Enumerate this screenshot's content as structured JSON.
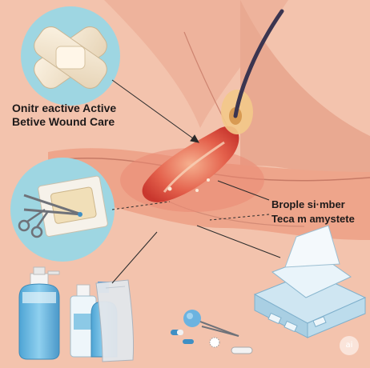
{
  "labels": {
    "left": [
      "Onitr eactive Active",
      "Betive Wound Care"
    ],
    "right": [
      "Brople si·mber",
      "Teca m amystete"
    ]
  },
  "badge": "ai",
  "colors": {
    "background": "#f3c3ad",
    "skin_fold": "#e8a68c",
    "wound_red": "#d9473a",
    "bandage": "#f1e4cf",
    "circle_blue": "#9ed6e2",
    "bottle_blue": "#6ab8df"
  },
  "icons": [
    "bandage-icon",
    "scissors-icon",
    "tube-catheter-icon",
    "antiseptic-bottle-icon",
    "spray-bottle-icon",
    "gauze-pack-icon",
    "pill-icon",
    "swab-icon",
    "dressing-kit-icon"
  ]
}
